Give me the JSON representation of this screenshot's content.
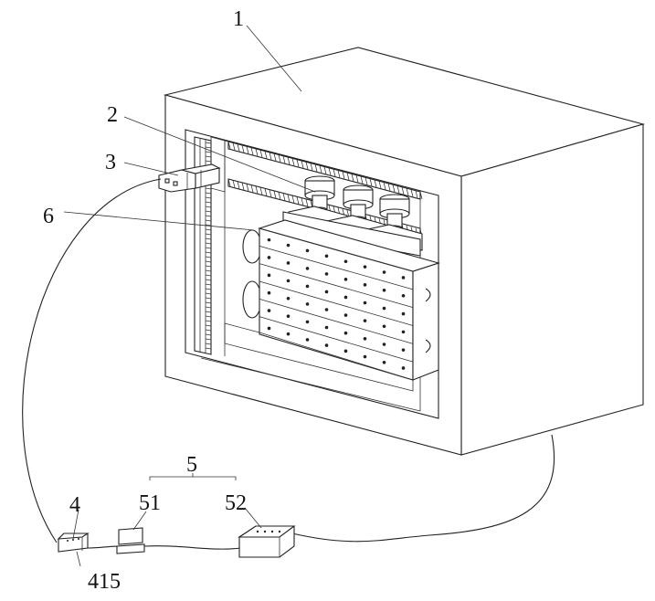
{
  "labels": {
    "cabinet": "1",
    "part2": "2",
    "part3": "3",
    "part6": "6",
    "part4": "4",
    "group5": "5",
    "part51": "51",
    "part52": "52",
    "part415": "415"
  }
}
